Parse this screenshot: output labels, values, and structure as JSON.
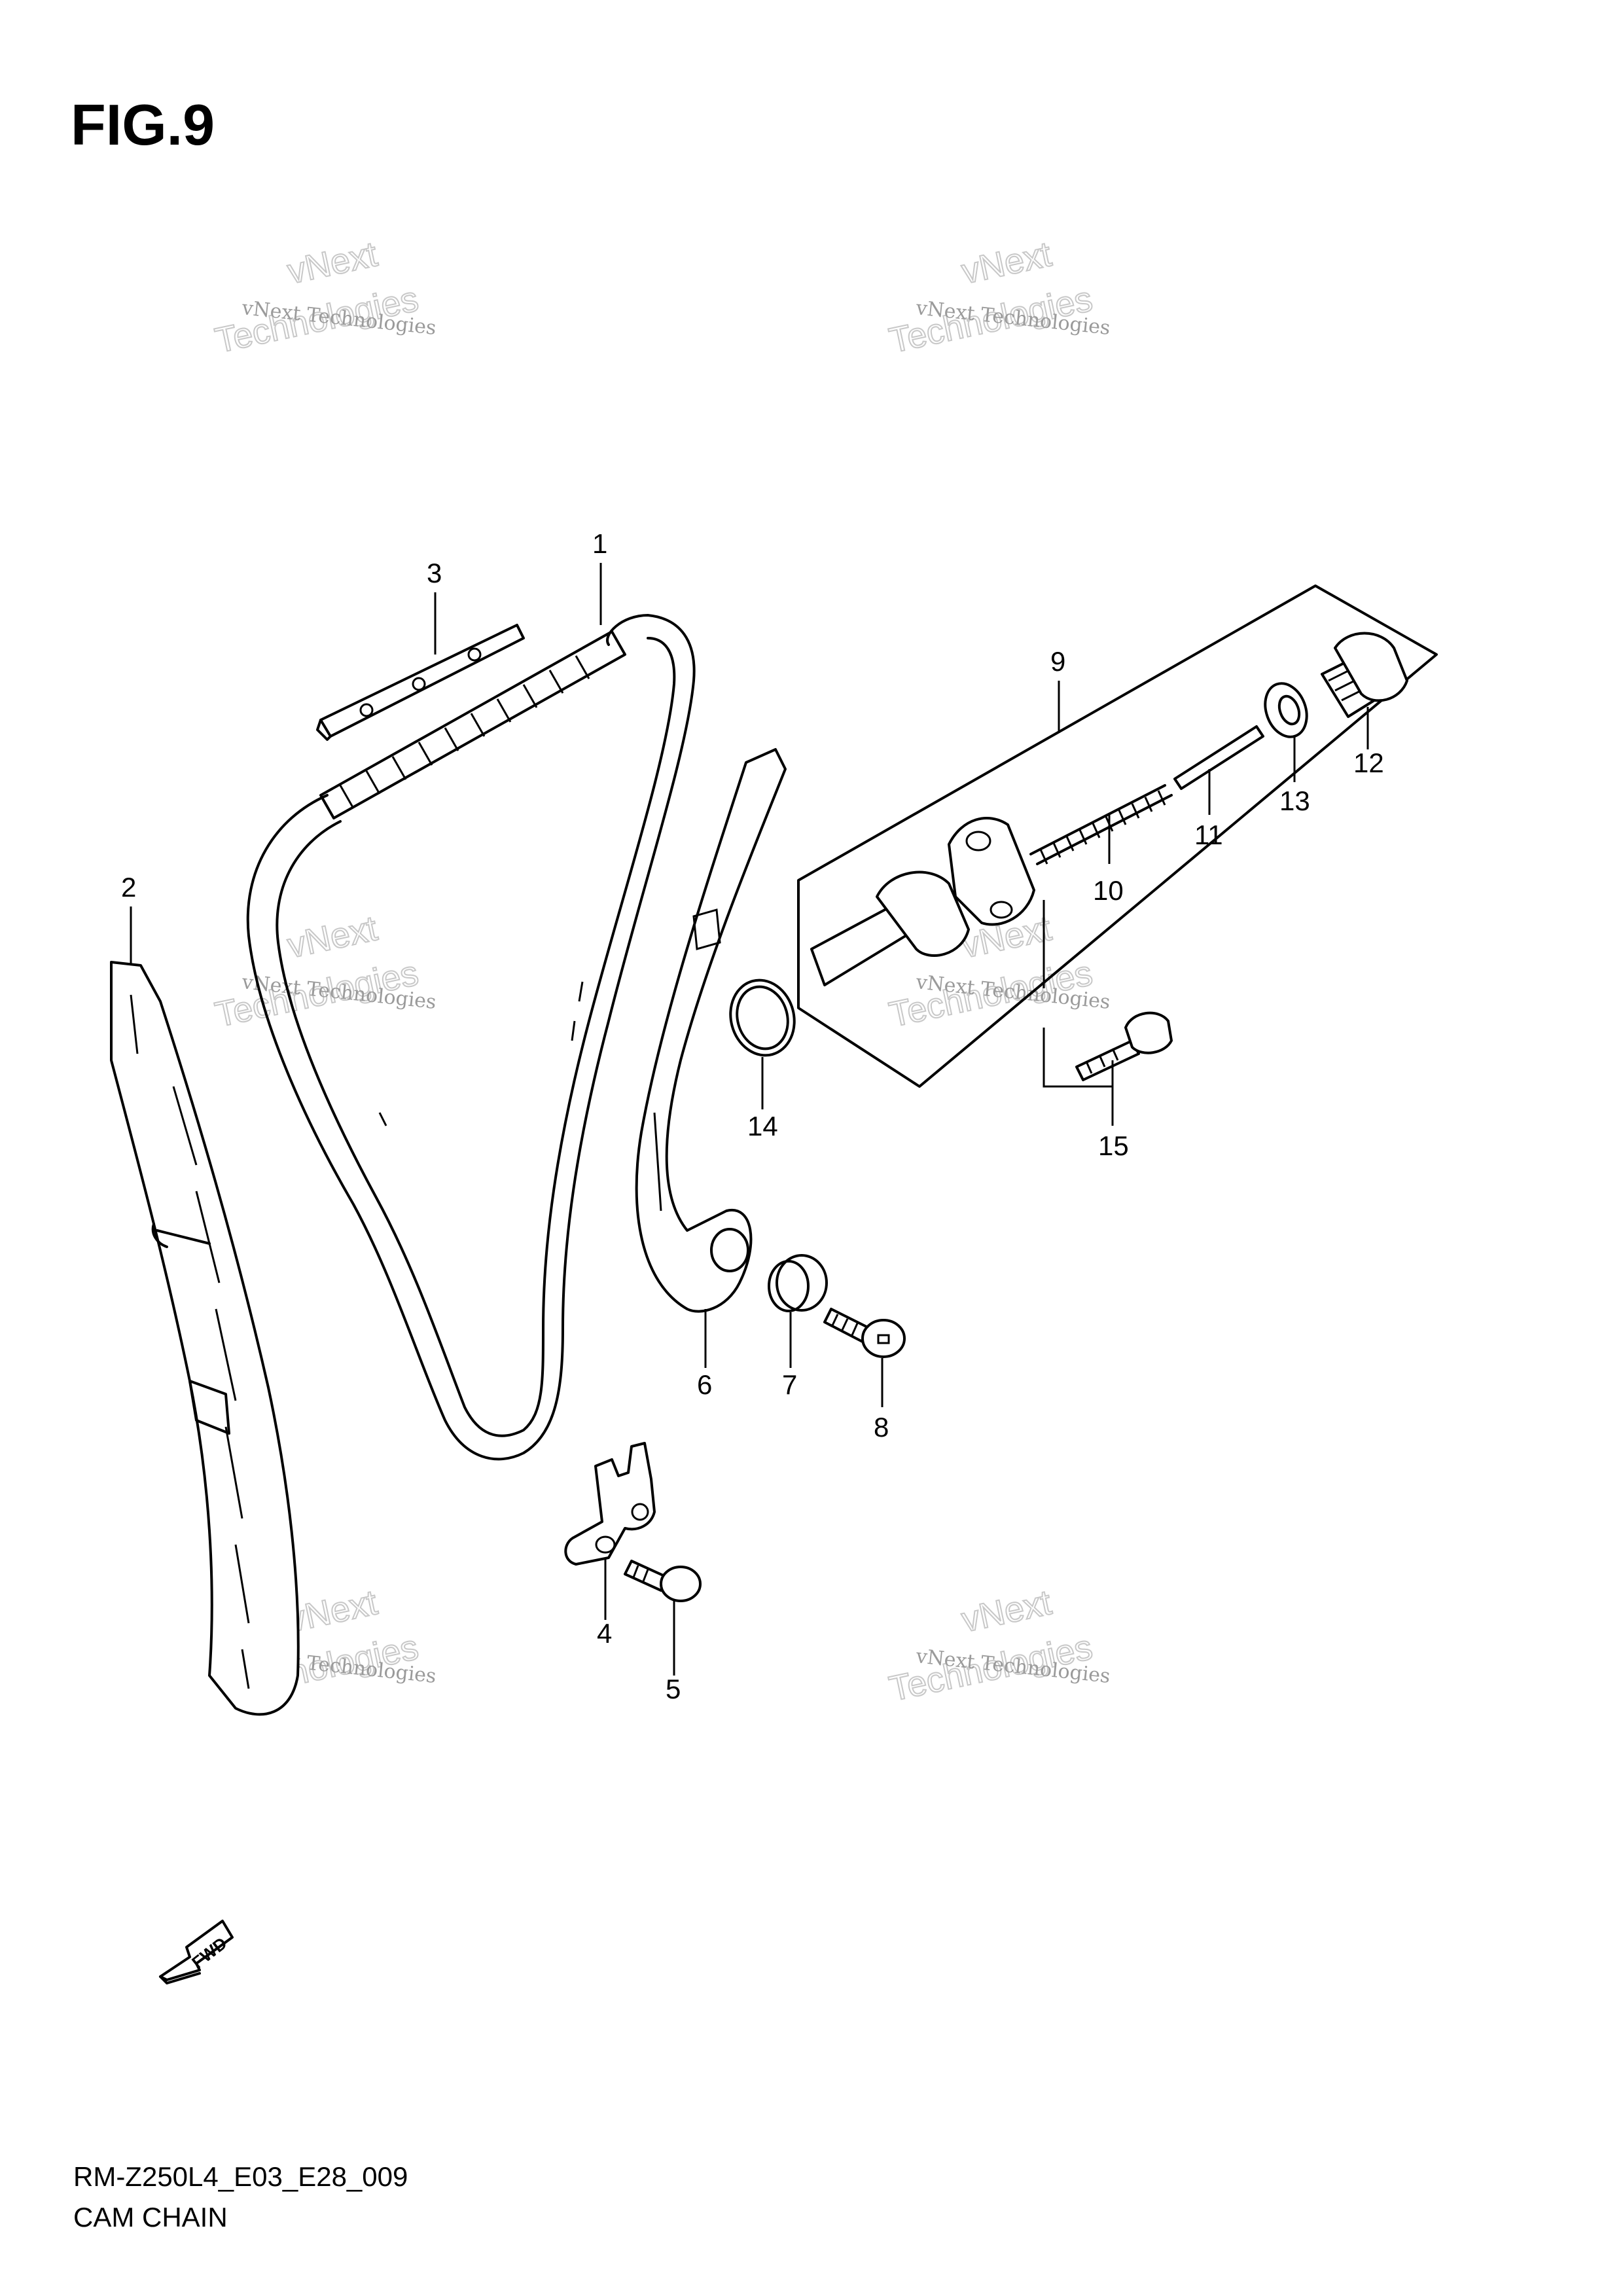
{
  "figure_title": "FIG.9",
  "model_code": "RM-Z250L4_E03_E28_009",
  "subtitle": "CAM CHAIN",
  "fwd_label": "FWD",
  "watermark": {
    "line1": "vNext Technologies",
    "line2": "vNext",
    "line3": "Technologies"
  },
  "callouts": {
    "p1": "1",
    "p2": "2",
    "p3": "3",
    "p4": "4",
    "p5": "5",
    "p6": "6",
    "p7": "7",
    "p8": "8",
    "p9": "9",
    "p10": "10",
    "p11": "11",
    "p12": "12",
    "p13": "13",
    "p14": "14",
    "p15": "15"
  }
}
